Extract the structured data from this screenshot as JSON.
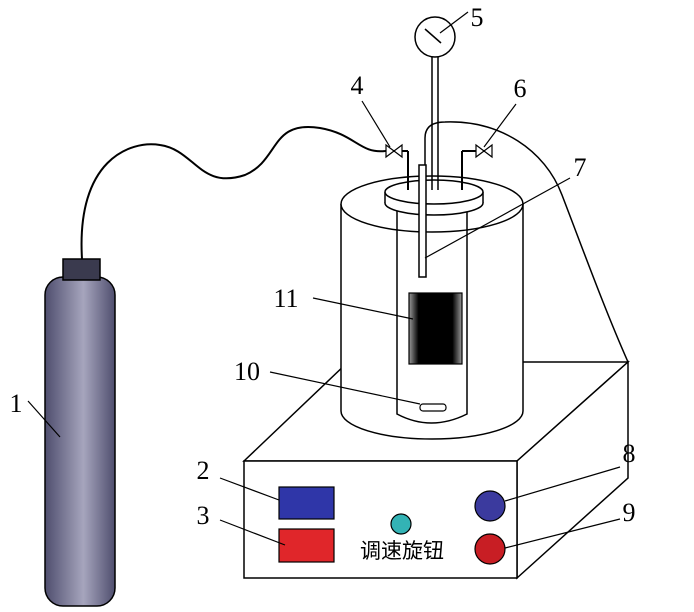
{
  "labels": {
    "gas_cylinder": "1",
    "display_upper": "2",
    "display_lower": "3",
    "inlet_valve": "4",
    "pressure_gauge": "5",
    "outlet_valve": "6",
    "thermometer_tube": "7",
    "button_blue": "8",
    "button_red": "9",
    "stir_bar": "10",
    "electrode": "11"
  },
  "panel": {
    "speed_knob_label": "调速旋钮"
  },
  "colors": {
    "cylinder_dark": "#4f4e6e",
    "cylinder_light": "#a6a5bd",
    "blue_display": "#2f36a8",
    "red_display": "#e0262a",
    "knob": "#33b3b5",
    "button_blue": "#3b3a9e",
    "button_red": "#c81e24",
    "outline": "#000000"
  }
}
